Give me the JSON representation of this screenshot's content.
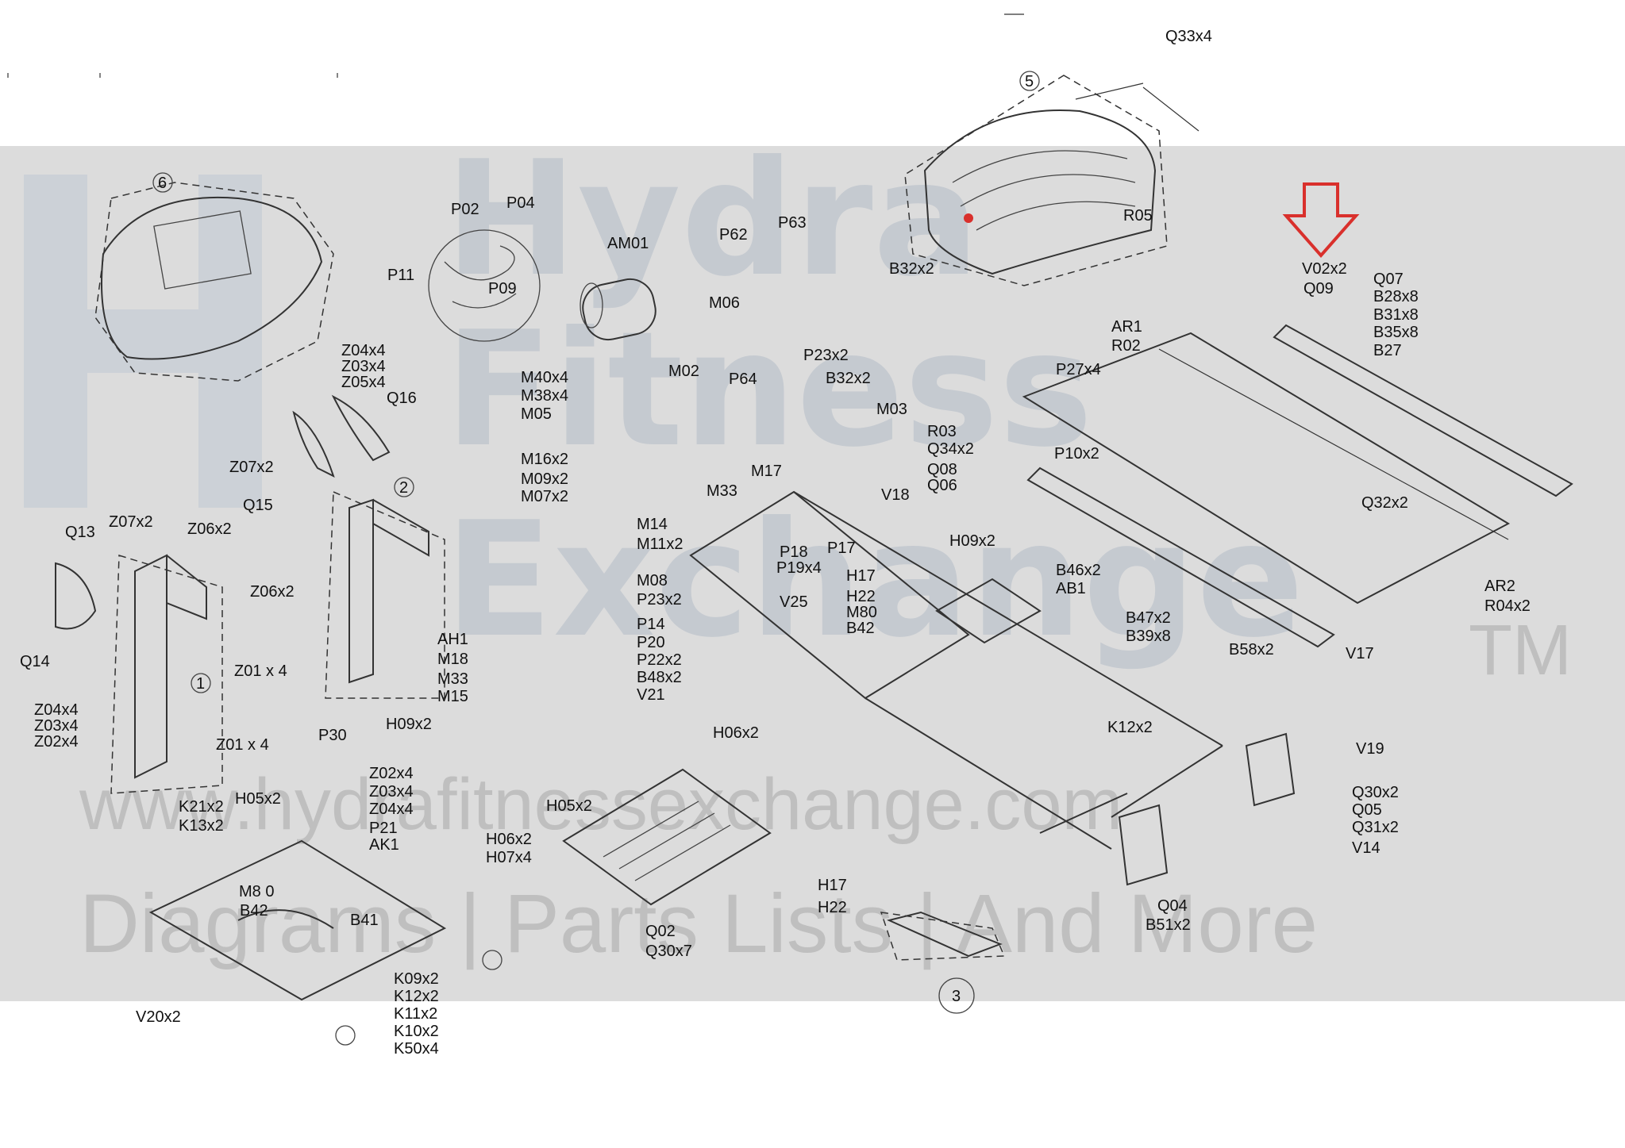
{
  "watermark": {
    "brand_lines": [
      "Hydra",
      "Fitness",
      "Exchange"
    ],
    "trademark": "TM",
    "website": "www.hydrafitnessexchange.com",
    "tagline": "Diagrams | Parts Lists | And More"
  },
  "assembly_numbers": [
    "1",
    "2",
    "3",
    "5",
    "6"
  ],
  "highlight_arrow_color": "#d9302c",
  "part_labels": [
    "Q33x4",
    "B32x2",
    "R05",
    "V02x2",
    "Q09",
    "Q07",
    "B28x8",
    "B31x8",
    "B35x8",
    "B27",
    "AR1",
    "R02",
    "P27x4",
    "R03",
    "Q34x2",
    "P10x2",
    "Q08",
    "Q06",
    "Q32x2",
    "AR2",
    "R04x2",
    "V17",
    "B46x2",
    "AB1",
    "B47x2",
    "B39x8",
    "B58x2",
    "K12x2",
    "V19",
    "Q30x2",
    "Q05",
    "Q31x2",
    "V14",
    "Q04",
    "B51x2",
    "H17",
    "H22",
    "P02",
    "P04",
    "P11",
    "P09",
    "AM01",
    "P62",
    "P63",
    "M06",
    "M40x4",
    "M38x4",
    "M05",
    "M02",
    "P64",
    "P23x2",
    "B32x2",
    "M03",
    "M16x2",
    "M09x2",
    "M07x2",
    "M17",
    "M33",
    "V18",
    "H09x2",
    "M14",
    "M11x2",
    "P18",
    "P19x4",
    "P17",
    "H17",
    "H22",
    "M80",
    "B42",
    "M08",
    "P23x2",
    "P14",
    "P20",
    "P22x2",
    "B48x2",
    "V21",
    "V25",
    "H06x2",
    "Z04x4",
    "Z03x4",
    "Z05x4",
    "Q16",
    "Z07x2",
    "Q15",
    "Z06x2",
    "Q13",
    "Z07x2",
    "Z06x2",
    "Q14",
    "AH1",
    "M18",
    "M33",
    "M15",
    "Z01 x 4",
    "Z04x4",
    "Z03x4",
    "Z02x4",
    "Z01 x 4",
    "P30",
    "H09x2",
    "Z02x4",
    "Z03x4",
    "Z04x4",
    "P21",
    "AK1",
    "H05x2",
    "H05x2",
    "H06x2",
    "H07x4",
    "K21x2",
    "K13x2",
    "M8 0",
    "B42",
    "B41",
    "Q02",
    "Q30x7",
    "K09x2",
    "K12x2",
    "K11x2",
    "K10x2",
    "K50x4",
    "V20x2"
  ]
}
